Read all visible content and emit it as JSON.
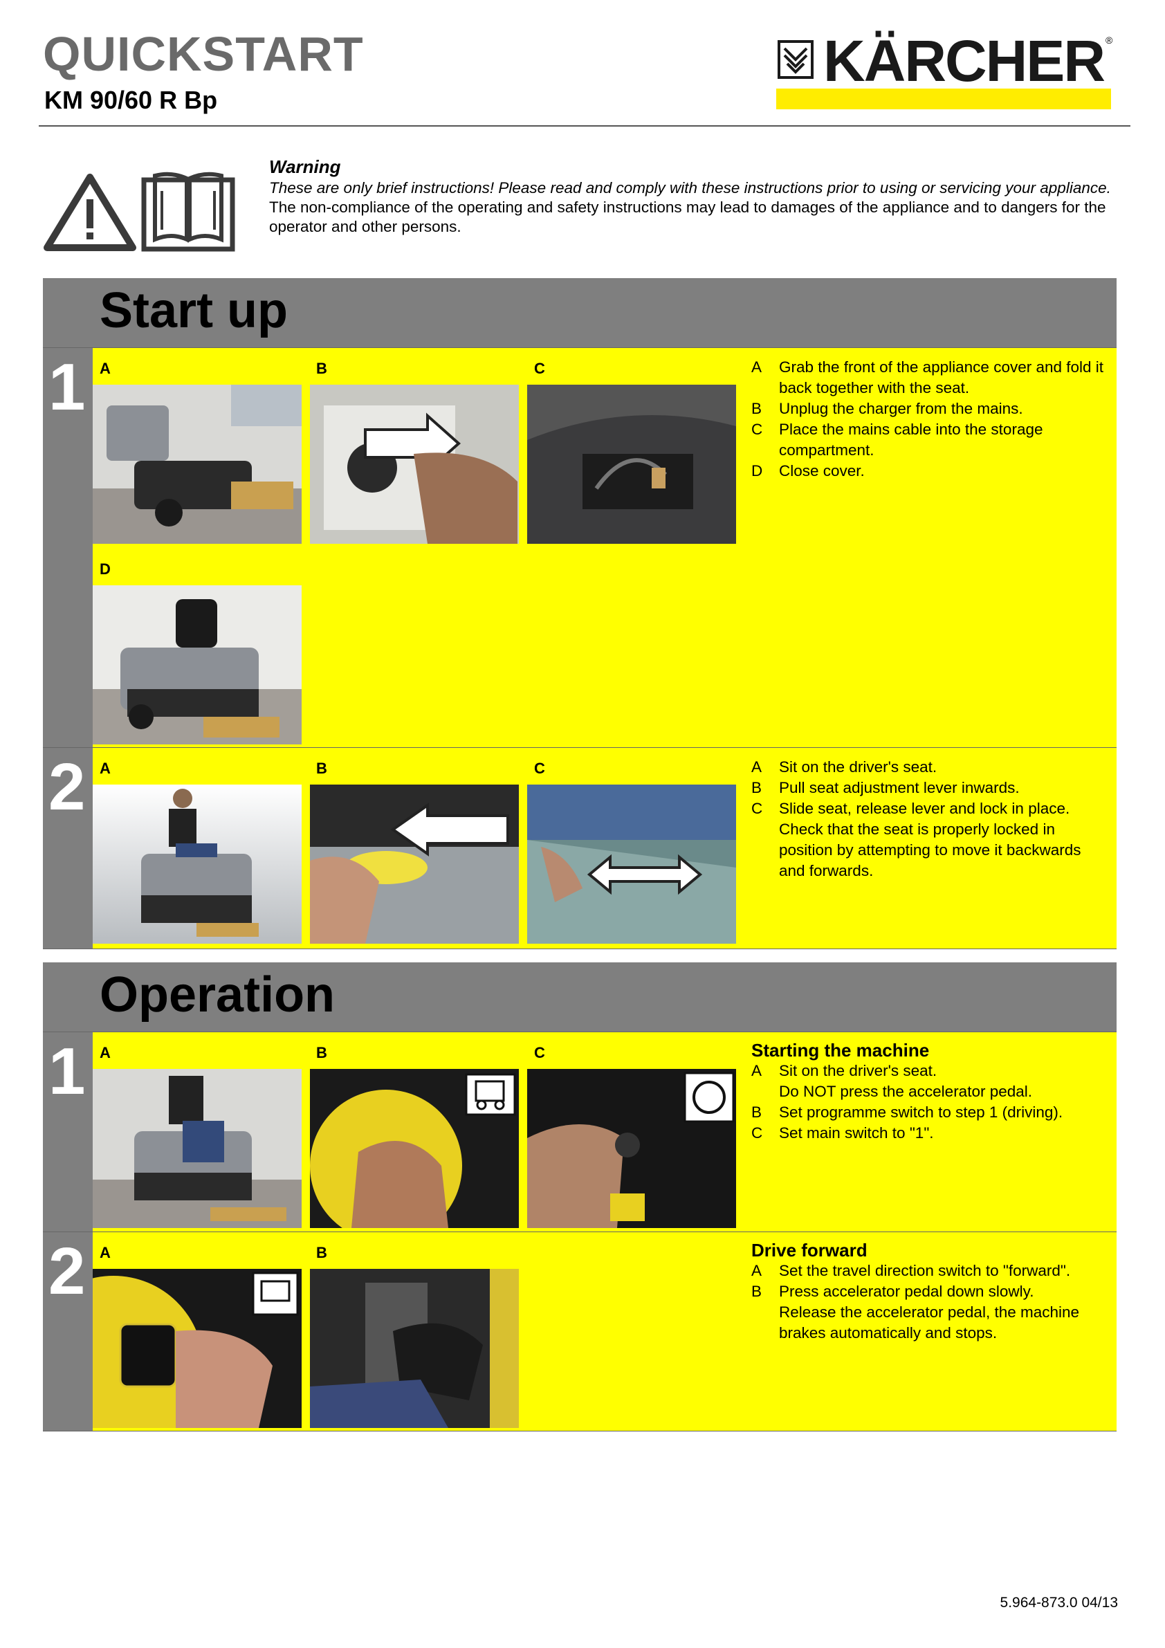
{
  "header": {
    "title": "QUICKSTART",
    "model": "KM 90/60 R Bp",
    "brand": "KÄRCHER",
    "reg": "®"
  },
  "warning": {
    "title": "Warning",
    "italic_text": "These are only brief instructions! Please read and comply with these instructions prior to using or servicing your appliance.",
    "text": "The non-compliance of the operating and safety instructions may lead to damages of the appliance and to dangers for the operator and other persons."
  },
  "sections": {
    "startup": {
      "title": "Start up",
      "step1": {
        "number": "1",
        "labels": [
          "A",
          "B",
          "C",
          "D"
        ],
        "instructions": [
          {
            "key": "A",
            "text": "Grab the front of the appliance cover and fold it back together with the seat."
          },
          {
            "key": "B",
            "text": "Unplug the charger from the mains."
          },
          {
            "key": "C",
            "text": "Place the mains cable into the storage compartment."
          },
          {
            "key": "D",
            "text": "Close cover."
          }
        ]
      },
      "step2": {
        "number": "2",
        "labels": [
          "A",
          "B",
          "C"
        ],
        "instructions": [
          {
            "key": "A",
            "text": "Sit on the driver's seat."
          },
          {
            "key": "B",
            "text": "Pull seat adjustment lever inwards."
          },
          {
            "key": "C",
            "text": "Slide seat, release lever and lock in place. Check that the seat is properly locked in position by attempting to move it backwards and forwards."
          }
        ]
      }
    },
    "operation": {
      "title": "Operation",
      "step1": {
        "number": "1",
        "labels": [
          "A",
          "B",
          "C"
        ],
        "heading": "Starting the machine",
        "instructions": [
          {
            "key": "A",
            "text": "Sit on the driver's seat."
          },
          {
            "key": "",
            "text": "Do NOT press the accelerator pedal."
          },
          {
            "key": "B",
            "text": "Set programme switch to step 1 (driving)."
          },
          {
            "key": "C",
            "text": "Set main switch to \"1\"."
          }
        ]
      },
      "step2": {
        "number": "2",
        "labels": [
          "A",
          "B"
        ],
        "heading": "Drive forward",
        "instructions": [
          {
            "key": "A",
            "text": "Set the travel direction switch to \"forward\"."
          },
          {
            "key": "B",
            "text": "Press accelerator pedal down slowly."
          },
          {
            "key": "",
            "text": "Release the accelerator pedal, the machine brakes automatically and stops."
          }
        ]
      }
    }
  },
  "footer": {
    "doc_number": "5.964-873.0 04/13"
  },
  "colors": {
    "yellow": "#ffff00",
    "gray": "#7f7f7f",
    "brand_yellow": "#ffed00"
  }
}
